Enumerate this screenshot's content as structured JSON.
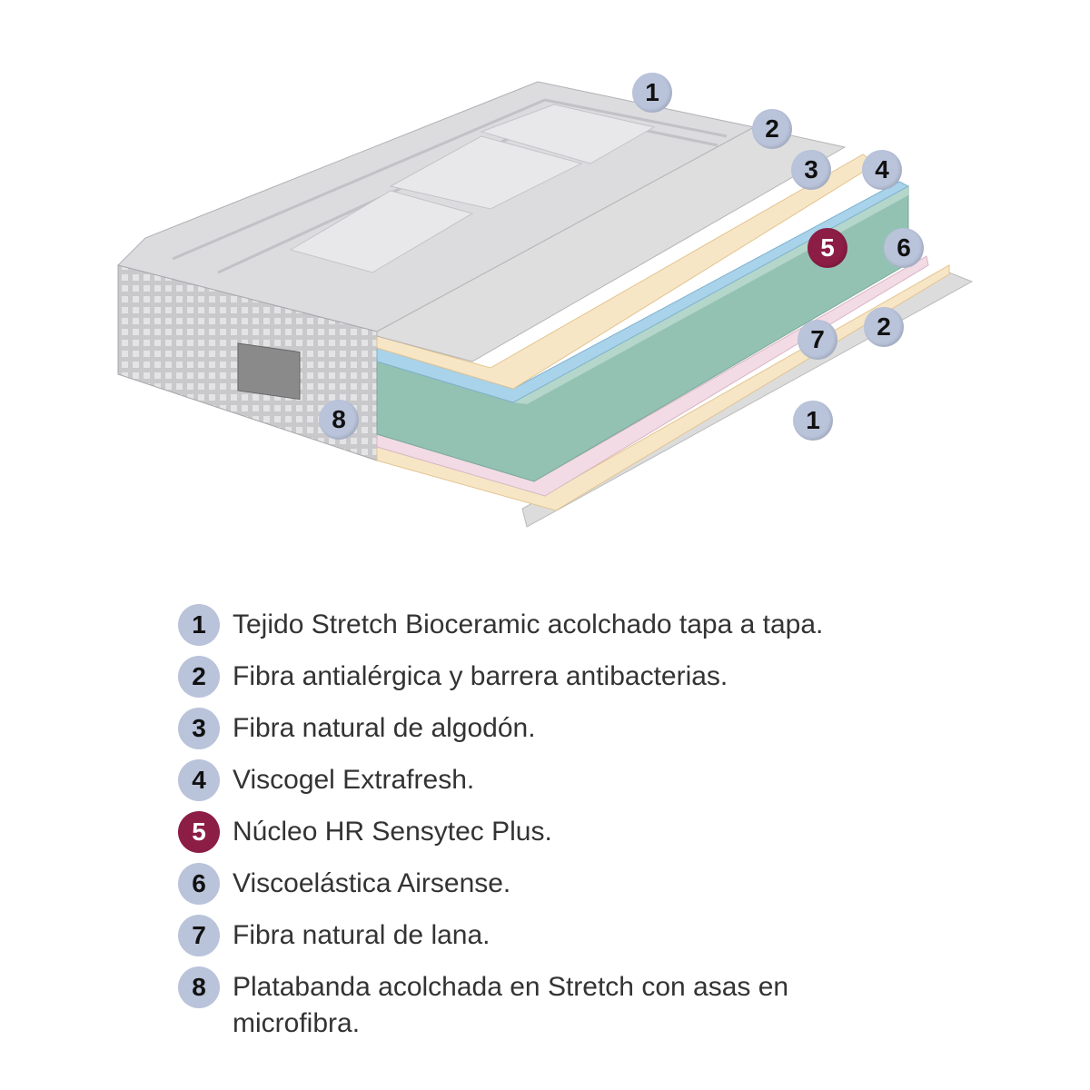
{
  "colors": {
    "badge": "#b9c3da",
    "highlight": "#8c1d45",
    "core": "#8fc0b0",
    "gel": "#a9d3ea",
    "cotton": "#f7e6c6",
    "wool": "#f2dbe4",
    "fiber": "#dcdcdc"
  },
  "callouts": [
    {
      "label": "1"
    },
    {
      "label": "2"
    },
    {
      "label": "3"
    },
    {
      "label": "4"
    },
    {
      "label": "5"
    },
    {
      "label": "6"
    },
    {
      "label": "7"
    },
    {
      "label": "2"
    },
    {
      "label": "1"
    },
    {
      "label": "8"
    }
  ],
  "legend": [
    {
      "num": "1",
      "text": "Tejido Stretch Bioceramic acolchado tapa a tapa."
    },
    {
      "num": "2",
      "text": "Fibra antialérgica y barrera antibacterias."
    },
    {
      "num": "3",
      "text": "Fibra natural de algodón."
    },
    {
      "num": "4",
      "text": "Viscogel Extrafresh."
    },
    {
      "num": "5",
      "text": "Núcleo HR Sensytec Plus."
    },
    {
      "num": "6",
      "text": "Viscoelástica Airsense."
    },
    {
      "num": "7",
      "text": "Fibra natural de lana."
    },
    {
      "num": "8",
      "text": "Platabanda acolchada en Stretch con asas en microfibra."
    }
  ]
}
